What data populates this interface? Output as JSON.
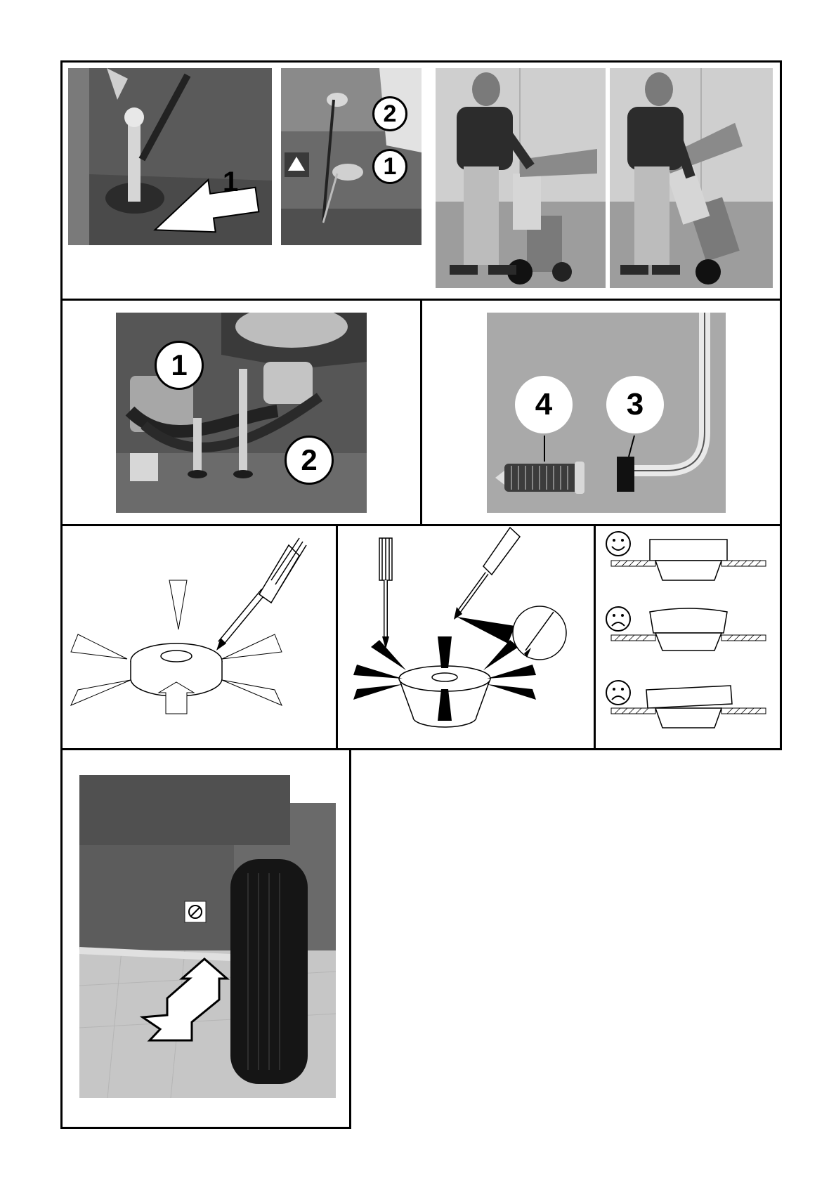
{
  "panel1": {
    "photo_a": {
      "callout_1": "1"
    },
    "photo_b": {
      "callout_2": "2",
      "callout_1": "1"
    }
  },
  "panel2": {
    "photo_left": {
      "callout_1": "1",
      "callout_2": "2"
    },
    "photo_right": {
      "callout_4": "4",
      "callout_3": "3"
    }
  },
  "icons": {
    "happy": "happy-face-icon",
    "sad": "sad-face-icon",
    "warning": "warning-triangle-icon"
  },
  "colors": {
    "frame": "#000000",
    "photo_gray": "#6e6e6e",
    "background": "#ffffff"
  }
}
